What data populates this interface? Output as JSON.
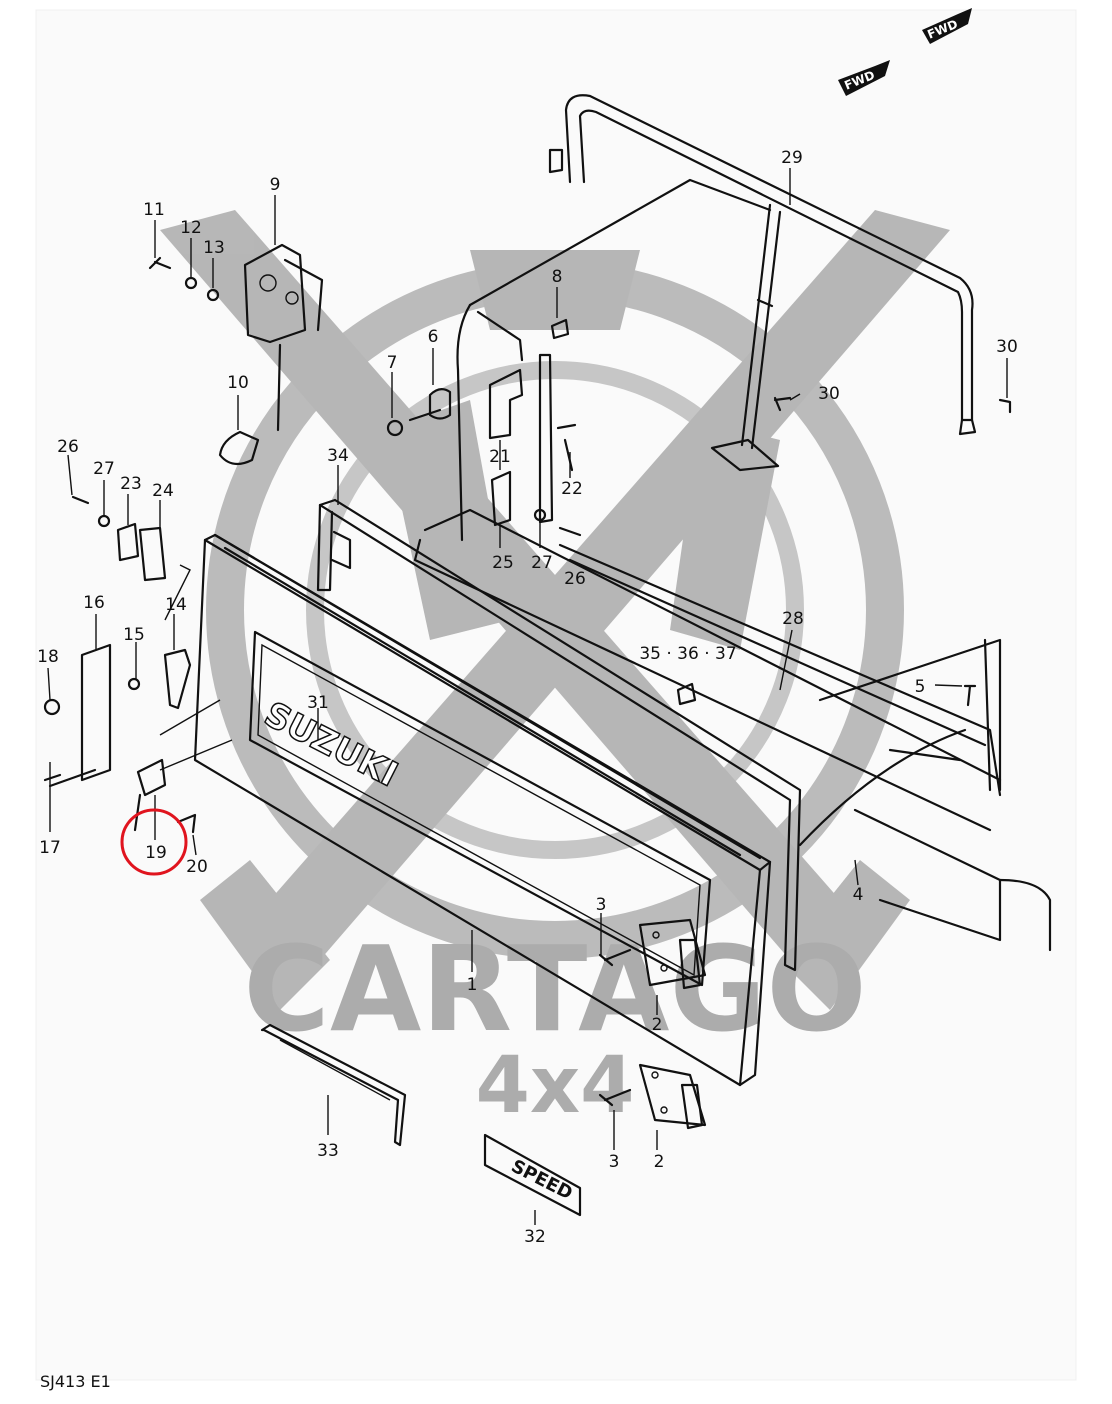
{
  "diagram": {
    "code": "SJ413 E1",
    "fwd_markers": [
      "FWD",
      "FWD"
    ],
    "watermark": {
      "line1": "CARTAGO",
      "line2": "4x4",
      "color": "#a8a8a8"
    },
    "highlight": {
      "part": "19",
      "color": "#e0141e"
    },
    "emblems": {
      "brand": "SUZUKI",
      "speed": "SPEED"
    },
    "part_labels": [
      "1",
      "2",
      "2",
      "3",
      "3",
      "4",
      "5",
      "6",
      "7",
      "8",
      "9",
      "10",
      "11",
      "12",
      "13",
      "14",
      "15",
      "16",
      "17",
      "18",
      "19",
      "20",
      "21",
      "22",
      "23",
      "24",
      "25",
      "26",
      "26",
      "27",
      "27",
      "28",
      "29",
      "30",
      "30",
      "31",
      "32",
      "33",
      "34",
      "35 · 36 · 37"
    ]
  }
}
